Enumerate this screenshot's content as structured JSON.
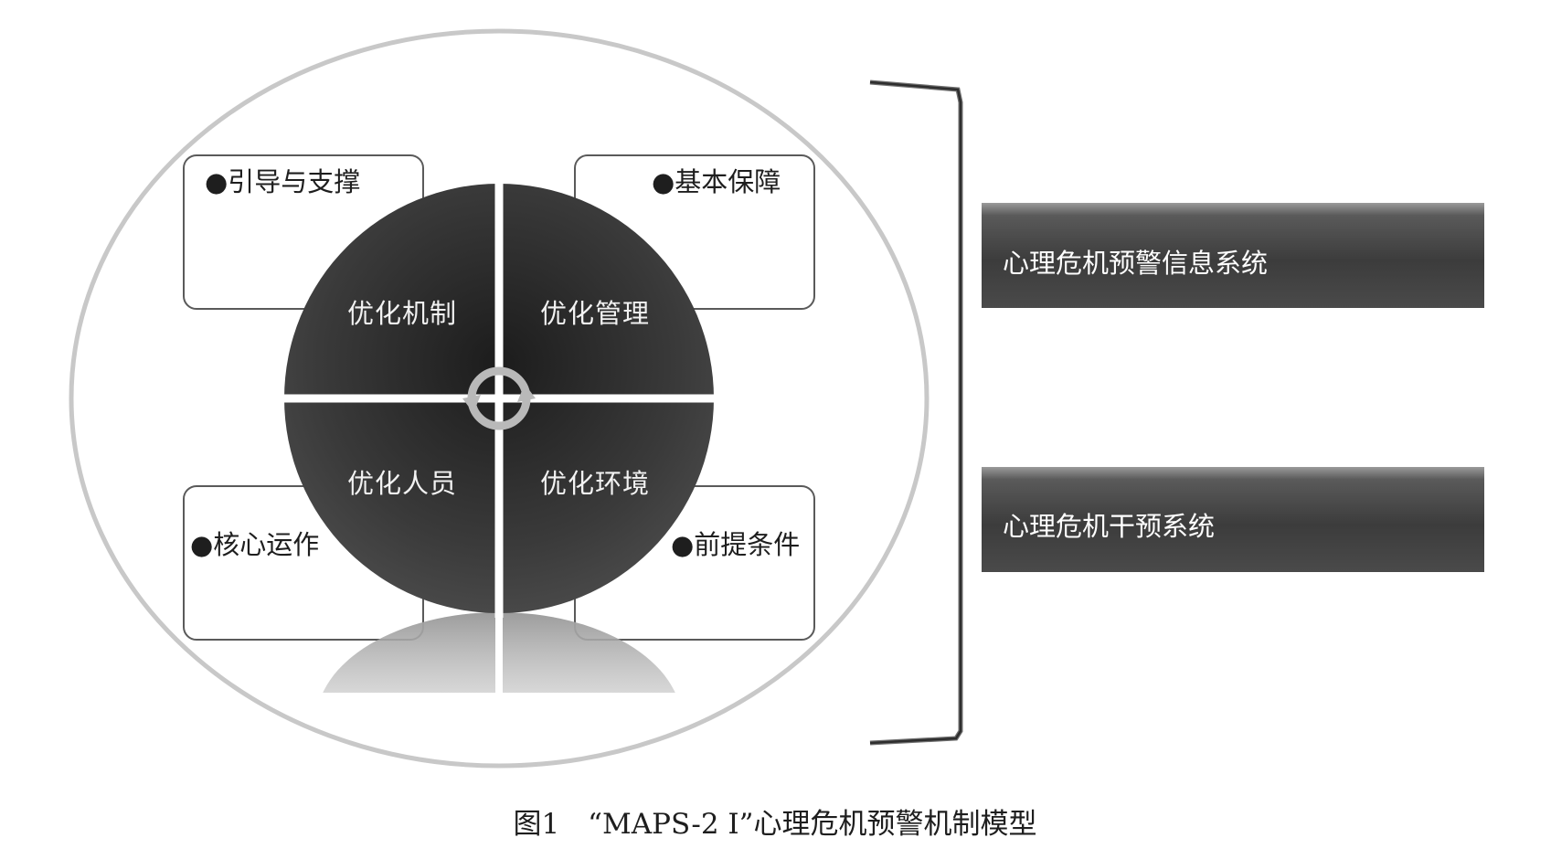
{
  "diagram": {
    "corner_boxes": [
      {
        "id": "top-left",
        "label": "●引导与支撑"
      },
      {
        "id": "top-right",
        "label": "●基本保障"
      },
      {
        "id": "bottom-left",
        "label": "●核心运作"
      },
      {
        "id": "bottom-right",
        "label": "●前提条件"
      }
    ],
    "quadrants": [
      {
        "id": "top-left",
        "label": "优化机制"
      },
      {
        "id": "top-right",
        "label": "优化管理"
      },
      {
        "id": "bottom-left",
        "label": "优化人员"
      },
      {
        "id": "bottom-right",
        "label": "优化环境"
      }
    ],
    "systems": [
      {
        "label": "心理危机预警信息系统"
      },
      {
        "label": "心理危机干预系统"
      }
    ],
    "center_icon": "cycle-arrows-icon"
  },
  "caption": "图1　“MAPS-2 I”心理危机预警机制模型",
  "colors": {
    "disc": "#3a3a3a",
    "bar": "#3e3e3e",
    "outline": "#c8c8c8"
  }
}
